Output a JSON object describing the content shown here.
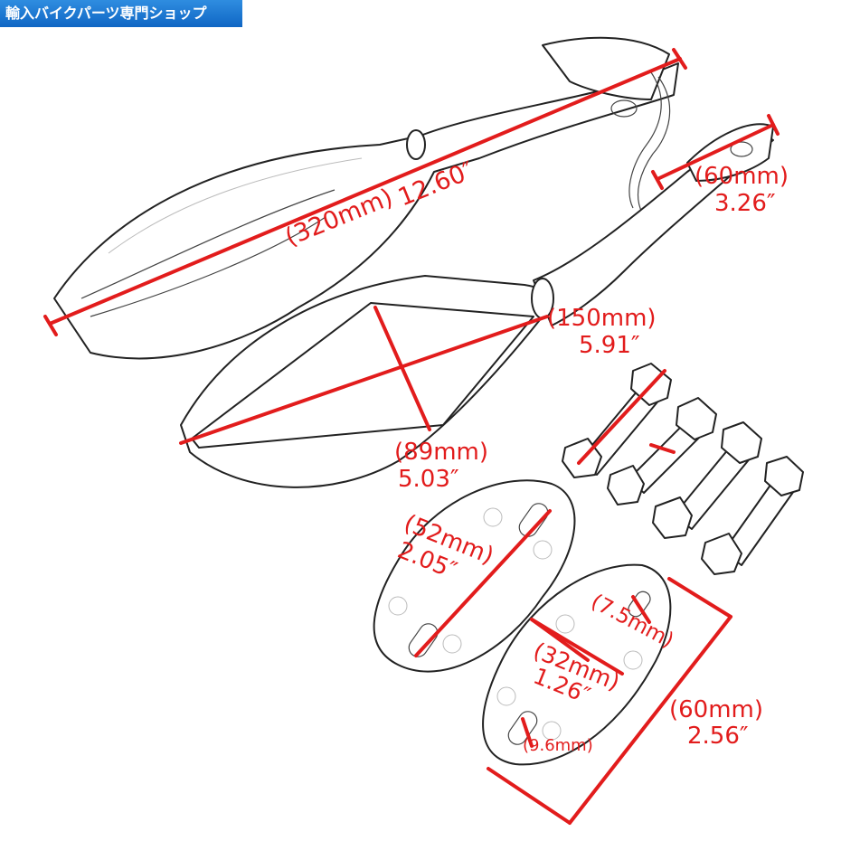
{
  "banner": {
    "text": "輸入バイクパーツ専門ショップ",
    "bg_color": "#1a78d4"
  },
  "accent_color": "#e21c1c",
  "dimensions": {
    "total_length": {
      "mm": "(320mm)",
      "in": "12.60″"
    },
    "stem_mount": {
      "mm": "(60mm)",
      "in": "3.26″"
    },
    "glass_width": {
      "mm": "(150mm)",
      "in": "5.91″"
    },
    "glass_height": {
      "mm": "(89mm)",
      "in": "5.03″"
    },
    "gasket_holes": {
      "mm": "(52mm)",
      "in": "2.05″"
    },
    "hole_small": {
      "mm": "(7.5mm)"
    },
    "gasket_width": {
      "mm": "(32mm)",
      "in": "1.26″"
    },
    "gasket_length": {
      "mm": "(60mm)",
      "in": "2.56″"
    },
    "hole_large": {
      "mm": "(9.6mm)"
    }
  }
}
